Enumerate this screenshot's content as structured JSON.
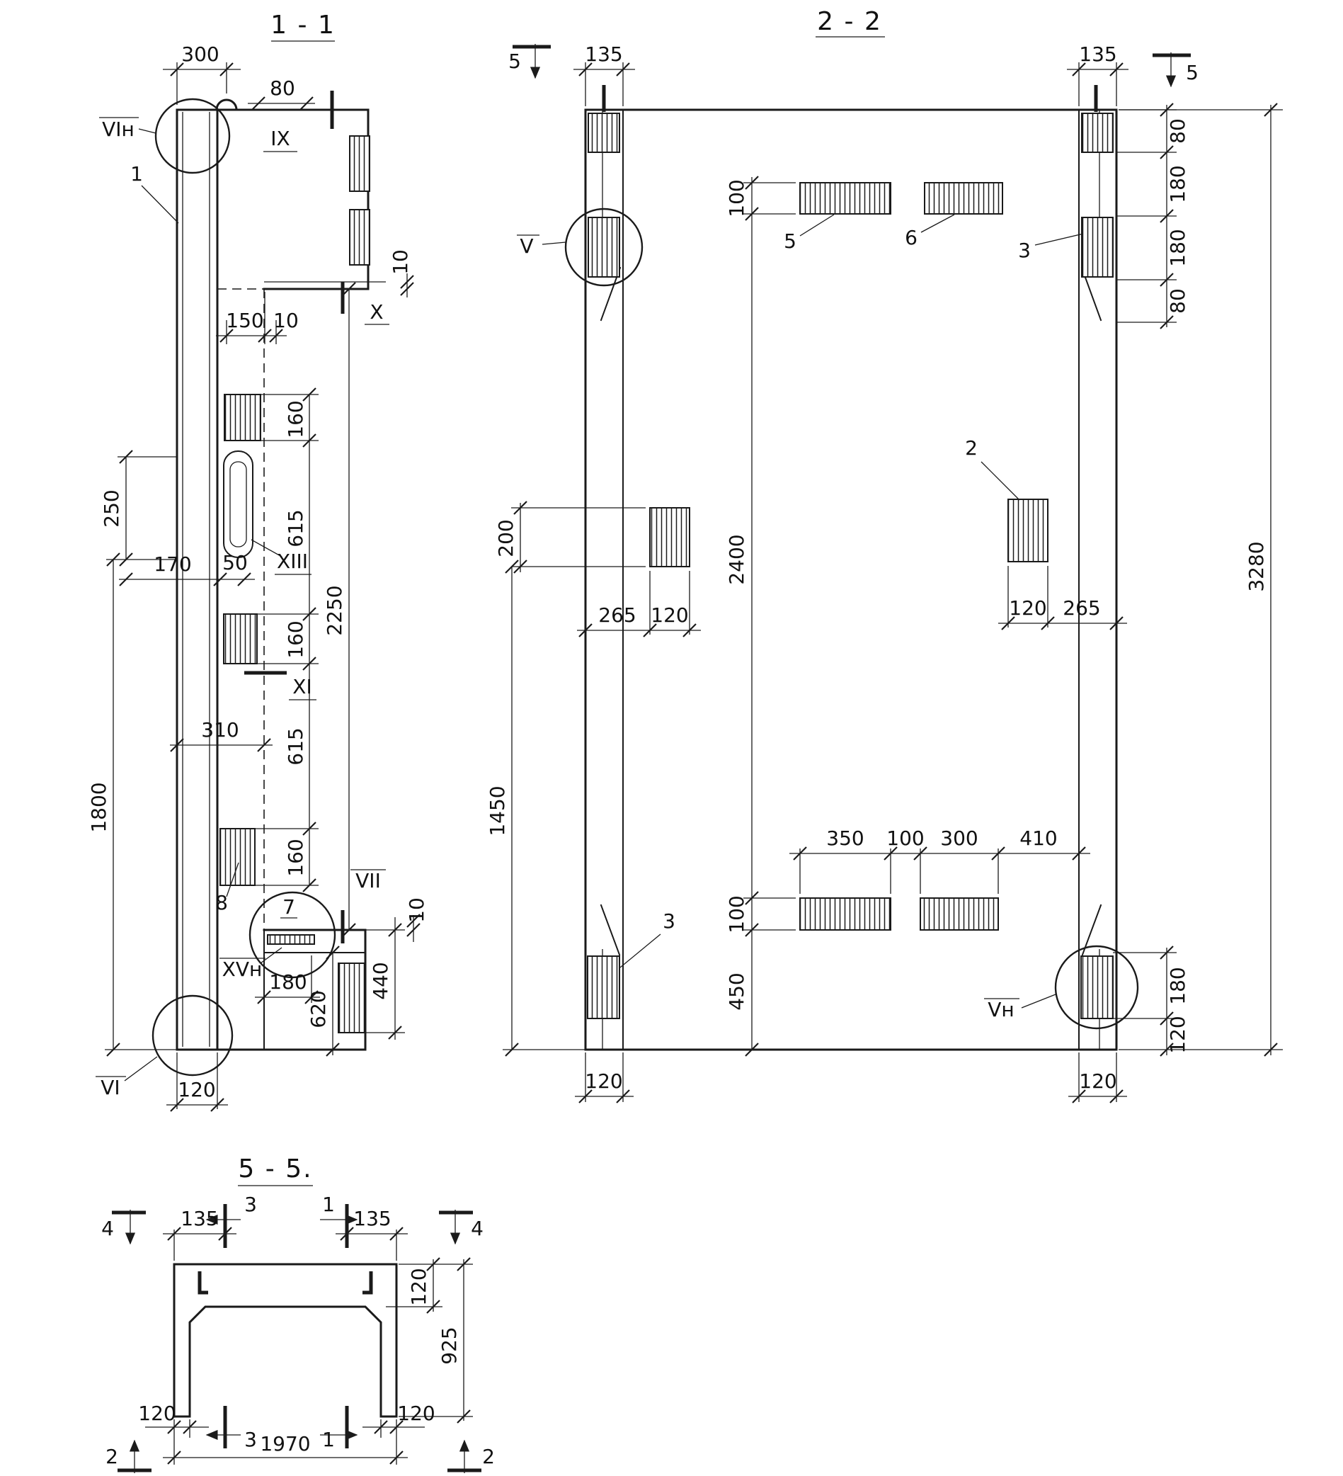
{
  "s11": {
    "title": "1 - 1",
    "dims": {
      "d300": "300",
      "d80": "80",
      "d10a": "10",
      "d150": "150",
      "d10b": "10",
      "d160a": "160",
      "d615a": "615",
      "d160b": "160",
      "d615b": "615",
      "d160c": "160",
      "d2250": "2250",
      "d250": "250",
      "d170": "170",
      "d50": "50",
      "d310": "310",
      "d1800": "1800",
      "d180": "180",
      "d440": "440",
      "d10c": "10",
      "d620": "620",
      "d120": "120"
    },
    "marks": {
      "vin": "VIн",
      "ix": "IX",
      "x": "X",
      "xiii": "XIII",
      "xi": "XI",
      "vii": "VII",
      "xvn": "XVн",
      "vi": "VI"
    },
    "callouts": {
      "c1": "1",
      "c8": "8",
      "c7": "7"
    }
  },
  "s22": {
    "title": "2 - 2",
    "dims": {
      "d135l": "135",
      "d135r": "135",
      "d80t": "80",
      "d180t1": "180",
      "d180t2": "180",
      "d80t2": "80",
      "d100t": "100",
      "d2400": "2400",
      "d100b": "100",
      "d450": "450",
      "d200": "200",
      "d1450": "1450",
      "d265l": "265",
      "d120ml": "120",
      "d120mr": "120",
      "d265r": "265",
      "d350": "350",
      "d100c": "100",
      "d300": "300",
      "d410": "410",
      "d3280": "3280",
      "d180br": "180",
      "d120br2": "120",
      "d120bl": "120",
      "d120br": "120"
    },
    "marks": {
      "v": "V",
      "vn": "Vн",
      "f5l": "5",
      "f5r": "5"
    },
    "callouts": {
      "c5": "5",
      "c6": "6",
      "c3t": "3",
      "c2": "2",
      "c3b": "3"
    }
  },
  "s55": {
    "title": "5 - 5.",
    "dims": {
      "d135l": "135",
      "d135r": "135",
      "d120t": "120",
      "d925": "925",
      "d120bl": "120",
      "d120br": "120",
      "d1970": "1970"
    },
    "marks": {
      "f4l": "4",
      "f4r": "4",
      "f2l": "2",
      "f2r": "2",
      "m3t": "3",
      "m1t": "1",
      "m3b": "3",
      "m1b": "1"
    }
  }
}
